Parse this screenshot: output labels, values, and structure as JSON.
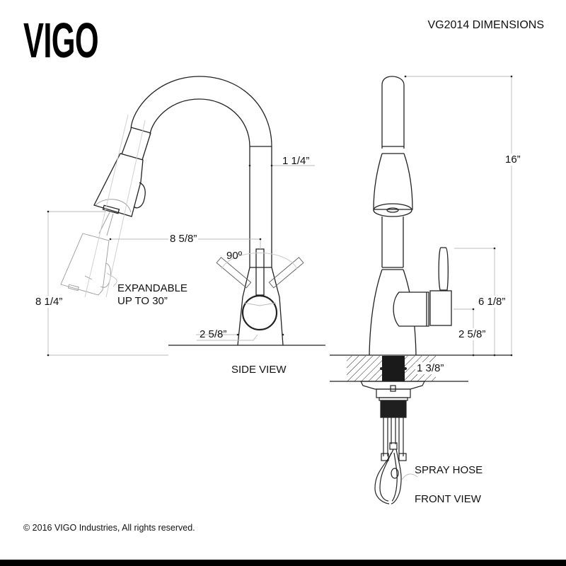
{
  "brand": {
    "logo_text": "VIGO"
  },
  "header": {
    "title": "VG2014 DIMENSIONS"
  },
  "side_view": {
    "caption": "SIDE VIEW",
    "dimensions": {
      "spout_diameter": "1 1/4”",
      "spout_reach": "8 5/8”",
      "handle_rotation": "90º",
      "spray_height": "8 1/4”",
      "base_width": "2 5/8”"
    },
    "annotation_line1": "EXPANDABLE",
    "annotation_line2": "UP TO 30”"
  },
  "front_view": {
    "caption": "FRONT VIEW",
    "dimensions": {
      "overall_height": "16”",
      "handle_height": "6 1/8”",
      "base_to_handle": "2 5/8”",
      "deck_thickness": "1 3/8”"
    },
    "hose_label": "SPRAY HOSE"
  },
  "footer": {
    "copyright": "© 2016 VIGO Industries, All rights reserved."
  },
  "colors": {
    "line": "#222222",
    "dim_line": "#bdbdbd",
    "background": "#ffffff",
    "bar": "#000000"
  }
}
